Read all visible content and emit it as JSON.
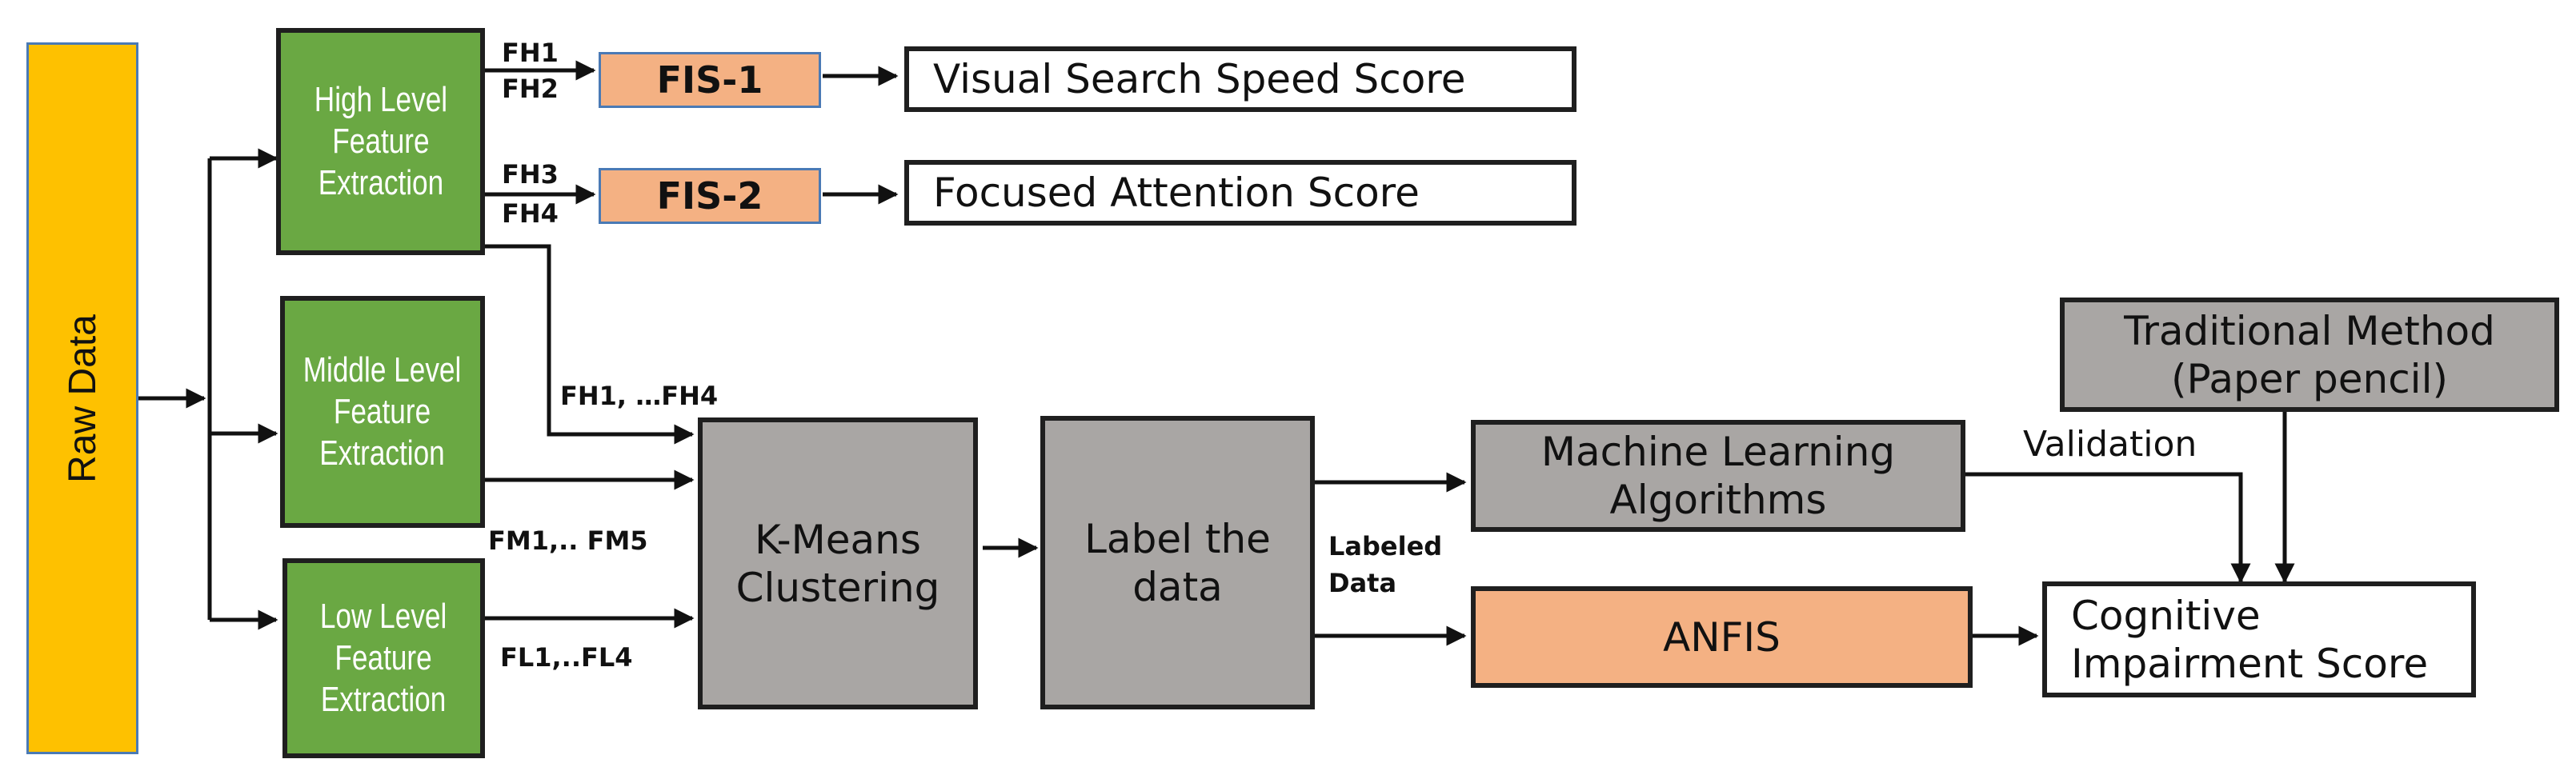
{
  "nodes": {
    "raw_data": "Raw Data",
    "high_level": [
      "High Level",
      "Feature",
      "Extraction"
    ],
    "middle_level": [
      "Middle Level",
      "Feature",
      "Extraction"
    ],
    "low_level": [
      "Low Level",
      "Feature",
      "Extraction"
    ],
    "fis1": "FIS-1",
    "fis2": "FIS-2",
    "visual_search": "Visual Search Speed Score",
    "focused_attention": "Focused Attention Score",
    "kmeans": [
      "K-Means",
      "Clustering"
    ],
    "label_data": [
      "Label the",
      "data"
    ],
    "ml_algorithms": [
      "Machine Learning",
      "Algorithms"
    ],
    "anfis": "ANFIS",
    "traditional": [
      "Traditional Method",
      "(Paper pencil)"
    ],
    "cognitive": [
      "Cognitive",
      "Impairment Score"
    ]
  },
  "edge_labels": {
    "fh1": "FH1",
    "fh2": "FH2",
    "fh3": "FH3",
    "fh4": "FH4",
    "fh_range": "FH1, …FH4",
    "fm_range": "FM1,.. FM5",
    "fl_range": "FL1,..FL4",
    "labeled_data": [
      "Labeled",
      "Data"
    ],
    "validation": "Validation"
  },
  "colors": {
    "raw_fill": "#fec100",
    "feature_fill": "#6aa843",
    "process_fill": "#a9a6a4",
    "fis_fill": "#f4b183",
    "line": "#111111"
  }
}
